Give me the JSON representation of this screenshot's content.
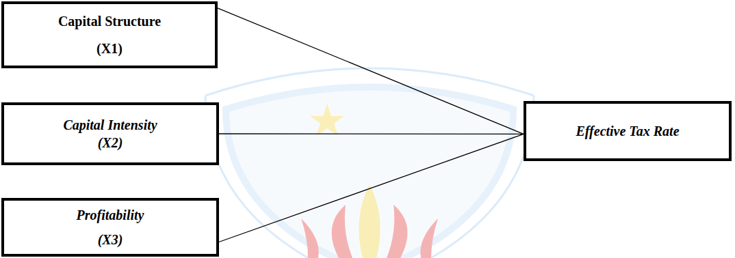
{
  "diagram": {
    "nodes": [
      {
        "text": [
          "Capital Structure (X1)"
        ]
      },
      {
        "text": [
          "Capital Intensity (X2)"
        ]
      },
      {
        "text": [
          "Profitability (X3)"
        ]
      },
      {
        "text": [
          "Effective Tax Rate"
        ]
      }
    ],
    "edges": [
      {
        "from": 0,
        "to": 3,
        "arrow": "none"
      },
      {
        "from": 1,
        "to": 3,
        "arrow": "none"
      },
      {
        "from": 2,
        "to": 3,
        "arrow": "none"
      }
    ]
  }
}
